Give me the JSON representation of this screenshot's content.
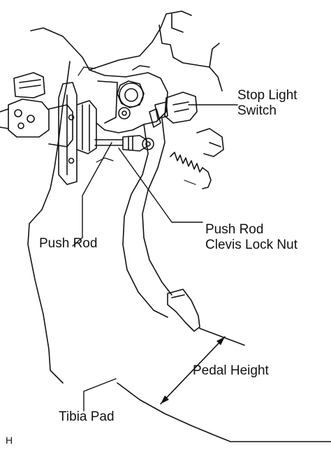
{
  "figure_id": "H",
  "labels": {
    "stop_light_switch": [
      "Stop Light",
      "Switch"
    ],
    "push_rod": "Push Rod",
    "push_rod_clevis_lock_nut": [
      "Push Rod",
      "Clevis Lock Nut"
    ],
    "pedal_height": "Pedal Height",
    "tibia_pad": "Tibia Pad"
  },
  "colors": {
    "line": "#111111",
    "background": "#ffffff"
  }
}
